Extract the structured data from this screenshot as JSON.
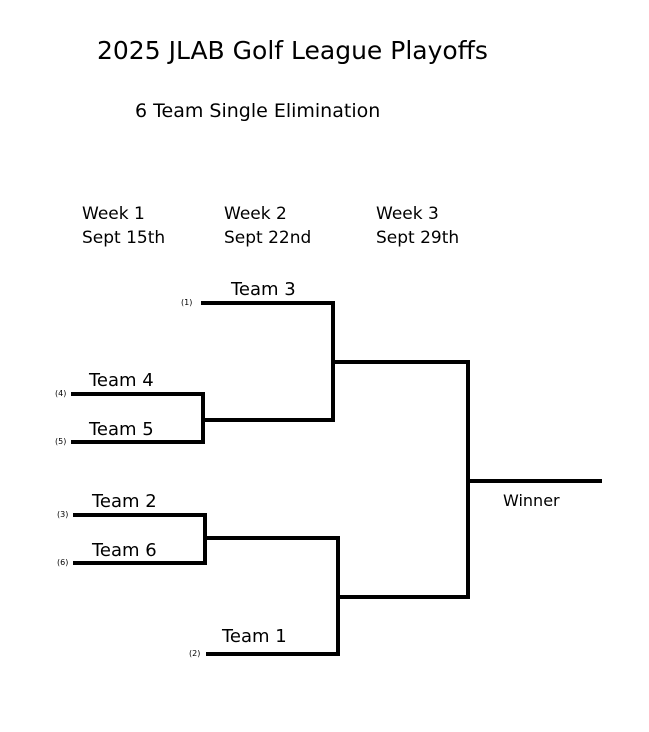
{
  "title": "2025 JLAB Golf League Playoffs",
  "subtitle": "6 Team Single Elimination",
  "weeks": [
    {
      "label": "Week 1",
      "date": "Sept 15th"
    },
    {
      "label": "Week 2",
      "date": "Sept 22nd"
    },
    {
      "label": "Week 3",
      "date": "Sept 29th"
    }
  ],
  "slots": [
    {
      "seed": "(1)",
      "team": "Team 3"
    },
    {
      "seed": "(4)",
      "team": "Team 4"
    },
    {
      "seed": "(5)",
      "team": "Team 5"
    },
    {
      "seed": "(3)",
      "team": "Team 2"
    },
    {
      "seed": "(6)",
      "team": "Team 6"
    },
    {
      "seed": "(2)",
      "team": "Team 1"
    }
  ],
  "winner_label": "Winner"
}
